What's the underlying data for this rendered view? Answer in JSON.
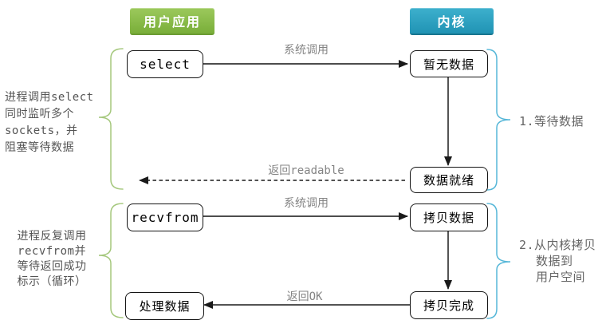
{
  "diagram": {
    "headers": {
      "user_app": "用户应用",
      "kernel": "内核"
    },
    "nodes": {
      "select": "select",
      "no_data": "暂无数据",
      "data_ready": "数据就绪",
      "recvfrom": "recvfrom",
      "copy_data": "拷贝数据",
      "copy_done": "拷贝完成",
      "process_data": "处理数据"
    },
    "arrow_labels": {
      "syscall_1": "系统调用",
      "return_readable": "返回readable",
      "syscall_2": "系统调用",
      "return_ok": "返回OK"
    },
    "annotations": {
      "left_1": {
        "lines": [
          "进程调用select",
          "同时监听多个",
          "sockets，并",
          "阻塞等待数据"
        ]
      },
      "left_2": {
        "lines": [
          "进程反复调用",
          "recvfrom并",
          "等待返回成功",
          "标示（循环）"
        ]
      },
      "right_1": {
        "lines": [
          "1.等待数据"
        ]
      },
      "right_2": {
        "lines": [
          "2.从内核拷贝",
          "数据到",
          "用户空间"
        ]
      }
    }
  },
  "colors": {
    "user_app_green_light": "#9cc95c",
    "user_app_green_dark": "#79ae39",
    "kernel_blue_light": "#3db0cd",
    "kernel_blue_dark": "#2093b4",
    "brace_green": "#a5c87d",
    "brace_blue": "#56b7d8",
    "arrow_dark": "#1a1a1a",
    "arrow_gray": "#4d4d4d",
    "label_gray": "#848484",
    "annotation_gray": "#555555",
    "box_border": "#141414",
    "background": "#ffffff"
  }
}
